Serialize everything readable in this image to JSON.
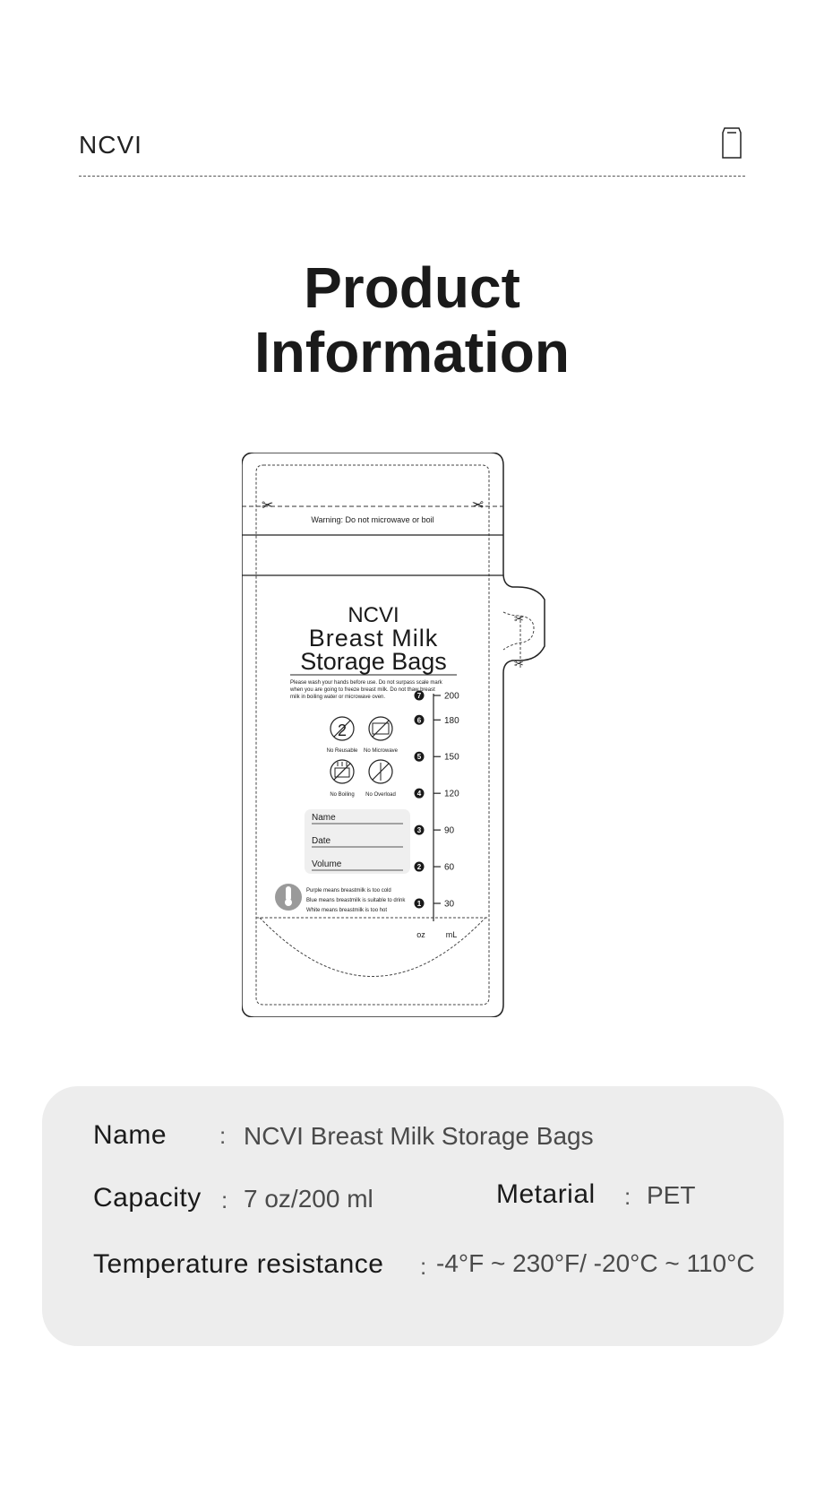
{
  "header": {
    "brand": "NCVI",
    "title_line1": "Product",
    "title_line2": "Information"
  },
  "bag": {
    "warning": "Warning: Do not microwave or boil",
    "brand": "NCVI",
    "title_line1": "Breast Milk",
    "title_line2": "Storage Bags",
    "instructions": [
      "Please wash your hands before use. Do not surpass scale mark",
      "when you are going to freeze breast milk. Do not thaw breast",
      "milk in boiling water or microwave oven."
    ],
    "icons": [
      {
        "icon": "no-reusable-icon",
        "label": "No Reusable"
      },
      {
        "icon": "no-microwave-icon",
        "label": "No Microwave"
      },
      {
        "icon": "no-boiling-icon",
        "label": "No Boiling"
      },
      {
        "icon": "no-overload-icon",
        "label": "No Overload"
      }
    ],
    "fields": [
      "Name",
      "Date",
      "Volume"
    ],
    "color_notes": [
      "Purple means breastmilk is too cold",
      "Blue means breastmilk is suitable to drink",
      "White means breastmilk is too hot"
    ],
    "scale_oz": [
      "7",
      "6",
      "5",
      "4",
      "3",
      "2",
      "1"
    ],
    "scale_ml": [
      "200",
      "180",
      "150",
      "120",
      "90",
      "60",
      "30"
    ],
    "unit_oz": "oz",
    "unit_ml": "mL"
  },
  "info": {
    "name_label": "Name",
    "name_sep": ":",
    "name_value": "NCVI Breast Milk Storage Bags",
    "capacity_label": "Capacity",
    "capacity_sep": ":",
    "capacity_value": "7 oz/200 ml",
    "material_label": "Metarial",
    "material_sep": ":",
    "material_value": "PET",
    "temp_label": "Temperature resistance",
    "temp_sep": ":",
    "temp_value": "-4°F ~ 230°F/ -20°C ~ 110°C"
  }
}
